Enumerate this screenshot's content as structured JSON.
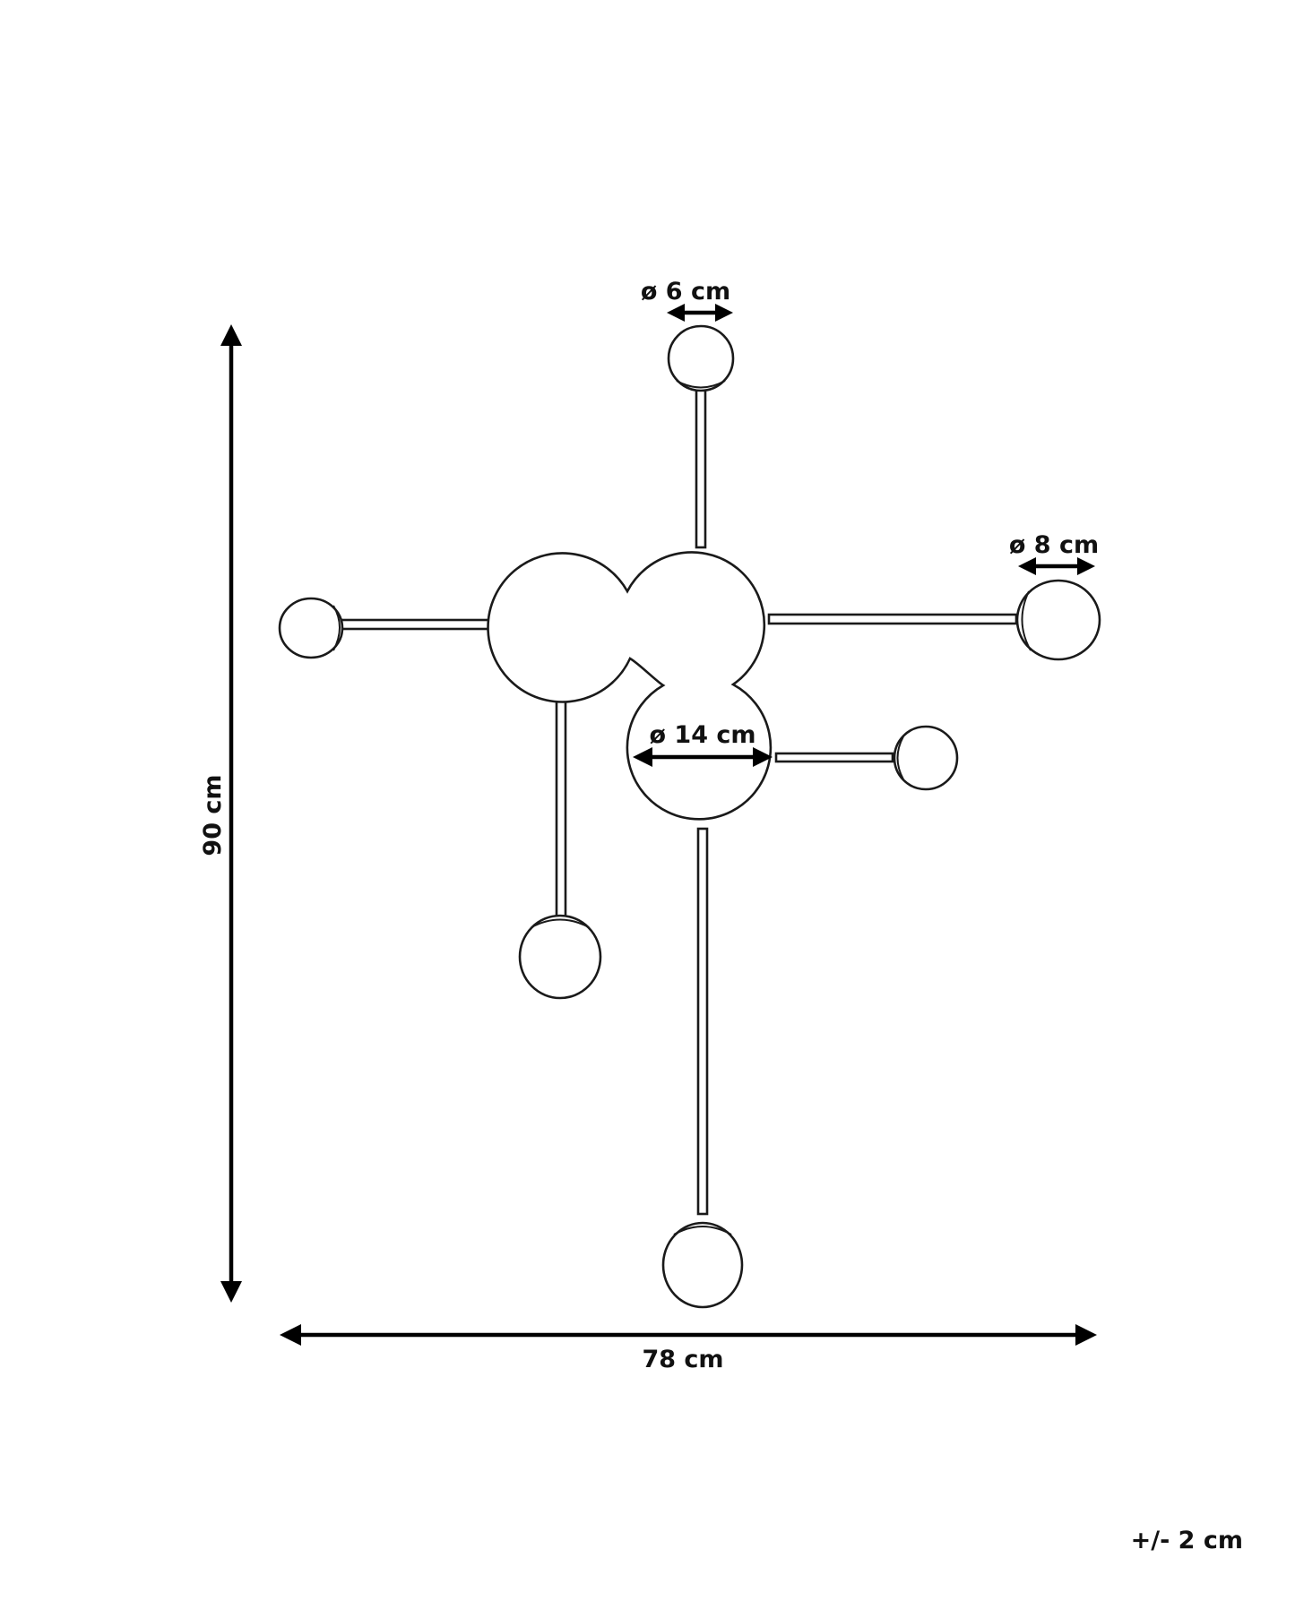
{
  "dimensions": {
    "height_label": "90 cm",
    "width_label": "78 cm",
    "small_shade_label": "ø 6 cm",
    "medium_shade_label": "ø 8 cm",
    "canopy_label": "ø 14 cm",
    "tolerance_label": "+/- 2 cm"
  },
  "colors": {
    "line": "#1a1a1a",
    "arrow": "#000000",
    "background": "#ffffff"
  }
}
